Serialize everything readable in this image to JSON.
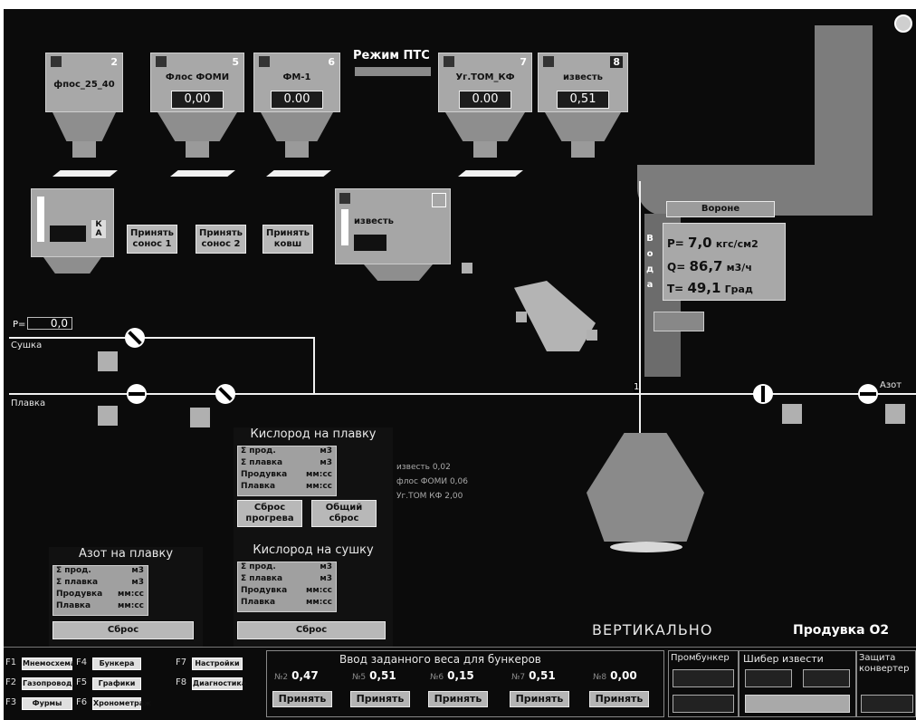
{
  "mode": {
    "title": "Режим ПТС"
  },
  "hoppers": [
    {
      "name": "фпос_25_40",
      "num": "2",
      "value": ""
    },
    {
      "name": "Флос ФОМИ",
      "num": "5",
      "value": "0,00"
    },
    {
      "name": "ФМ-1",
      "num": "6",
      "value": "0.00"
    },
    {
      "name": "Уг.ТОМ_КФ",
      "num": "7",
      "value": "0.00"
    },
    {
      "name": "известь",
      "num": "8",
      "value": "0,51"
    }
  ],
  "left_unit": {
    "label": "К А"
  },
  "accept_buttons": [
    "Принять сонос 1",
    "Принять сонос 2",
    "Принять ковш"
  ],
  "lime_unit": {
    "label": "известь"
  },
  "water": {
    "button": "Вороне",
    "side": [
      "В",
      "о",
      "д",
      "а"
    ],
    "rows": [
      {
        "key": "P=",
        "value": "7,0",
        "unit": "кгс/см2"
      },
      {
        "key": "Q=",
        "value": "86,7",
        "unit": "м3/ч"
      },
      {
        "key": "T=",
        "value": "49,1",
        "unit": "Град"
      }
    ]
  },
  "pressure": {
    "label": "P=",
    "value": "0,0"
  },
  "lines": {
    "drying": "Сушка",
    "melting": "Плавка",
    "nitrogen": "Азот"
  },
  "junction": "1",
  "oxygen_melt": {
    "title": "Кислород на плавку",
    "rows": [
      {
        "label": "Σ прод.",
        "unit": "м3"
      },
      {
        "label": "Σ плавка",
        "unit": "м3"
      },
      {
        "label": "Продувка",
        "unit": "мм:сс"
      },
      {
        "label": "Плавка",
        "unit": "мм:сс"
      }
    ],
    "reset1": "Сброс прогрева",
    "reset2": "Общий сброс"
  },
  "additions": [
    "известь 0,02",
    "флос ФОМИ 0,06",
    "Уг.ТОМ КФ 2,00"
  ],
  "nitrogen_melt": {
    "title": "Азот на плавку",
    "rows": [
      {
        "label": "Σ прод.",
        "unit": "м3"
      },
      {
        "label": "Σ плавка",
        "unit": "м3"
      },
      {
        "label": "Продувка",
        "unit": "мм:сс"
      },
      {
        "label": "Плавка",
        "unit": "мм:сс"
      }
    ],
    "reset": "Сброс"
  },
  "oxygen_dry": {
    "title": "Кислород на сушку",
    "rows": [
      {
        "label": "Σ прод.",
        "unit": "м3"
      },
      {
        "label": "Σ плавка",
        "unit": "м3"
      },
      {
        "label": "Продувка",
        "unit": "мм:сс"
      },
      {
        "label": "Плавка",
        "unit": "мм:сс"
      }
    ],
    "reset": "Сброс"
  },
  "status": {
    "position": "ВЕРТИКАЛЬНО",
    "blow": "Продувка О2"
  },
  "fkeys": [
    {
      "num": "F1",
      "label": "Мнемосхема"
    },
    {
      "num": "F2",
      "label": "Газопроводы"
    },
    {
      "num": "F3",
      "label": "Фурмы"
    },
    {
      "num": "F4",
      "label": "Бункера"
    },
    {
      "num": "F5",
      "label": "Графики"
    },
    {
      "num": "F6",
      "label": "Хронометраж"
    },
    {
      "num": "F7",
      "label": "Настройки"
    },
    {
      "num": "F8",
      "label": "Диагностика"
    }
  ],
  "weights": {
    "title": "Ввод заданного веса для бункеров",
    "cells": [
      {
        "tag": "№2",
        "value": "0,47"
      },
      {
        "tag": "№5",
        "value": "0,51"
      },
      {
        "tag": "№6",
        "value": "0,15"
      },
      {
        "tag": "№7",
        "value": "0,51"
      },
      {
        "tag": "№8",
        "value": "0,00"
      }
    ],
    "accept": "Принять"
  },
  "right_headers": {
    "prom": "Промбункер",
    "shiber": "Шибер извести",
    "zashita": "Защита конвертер"
  }
}
